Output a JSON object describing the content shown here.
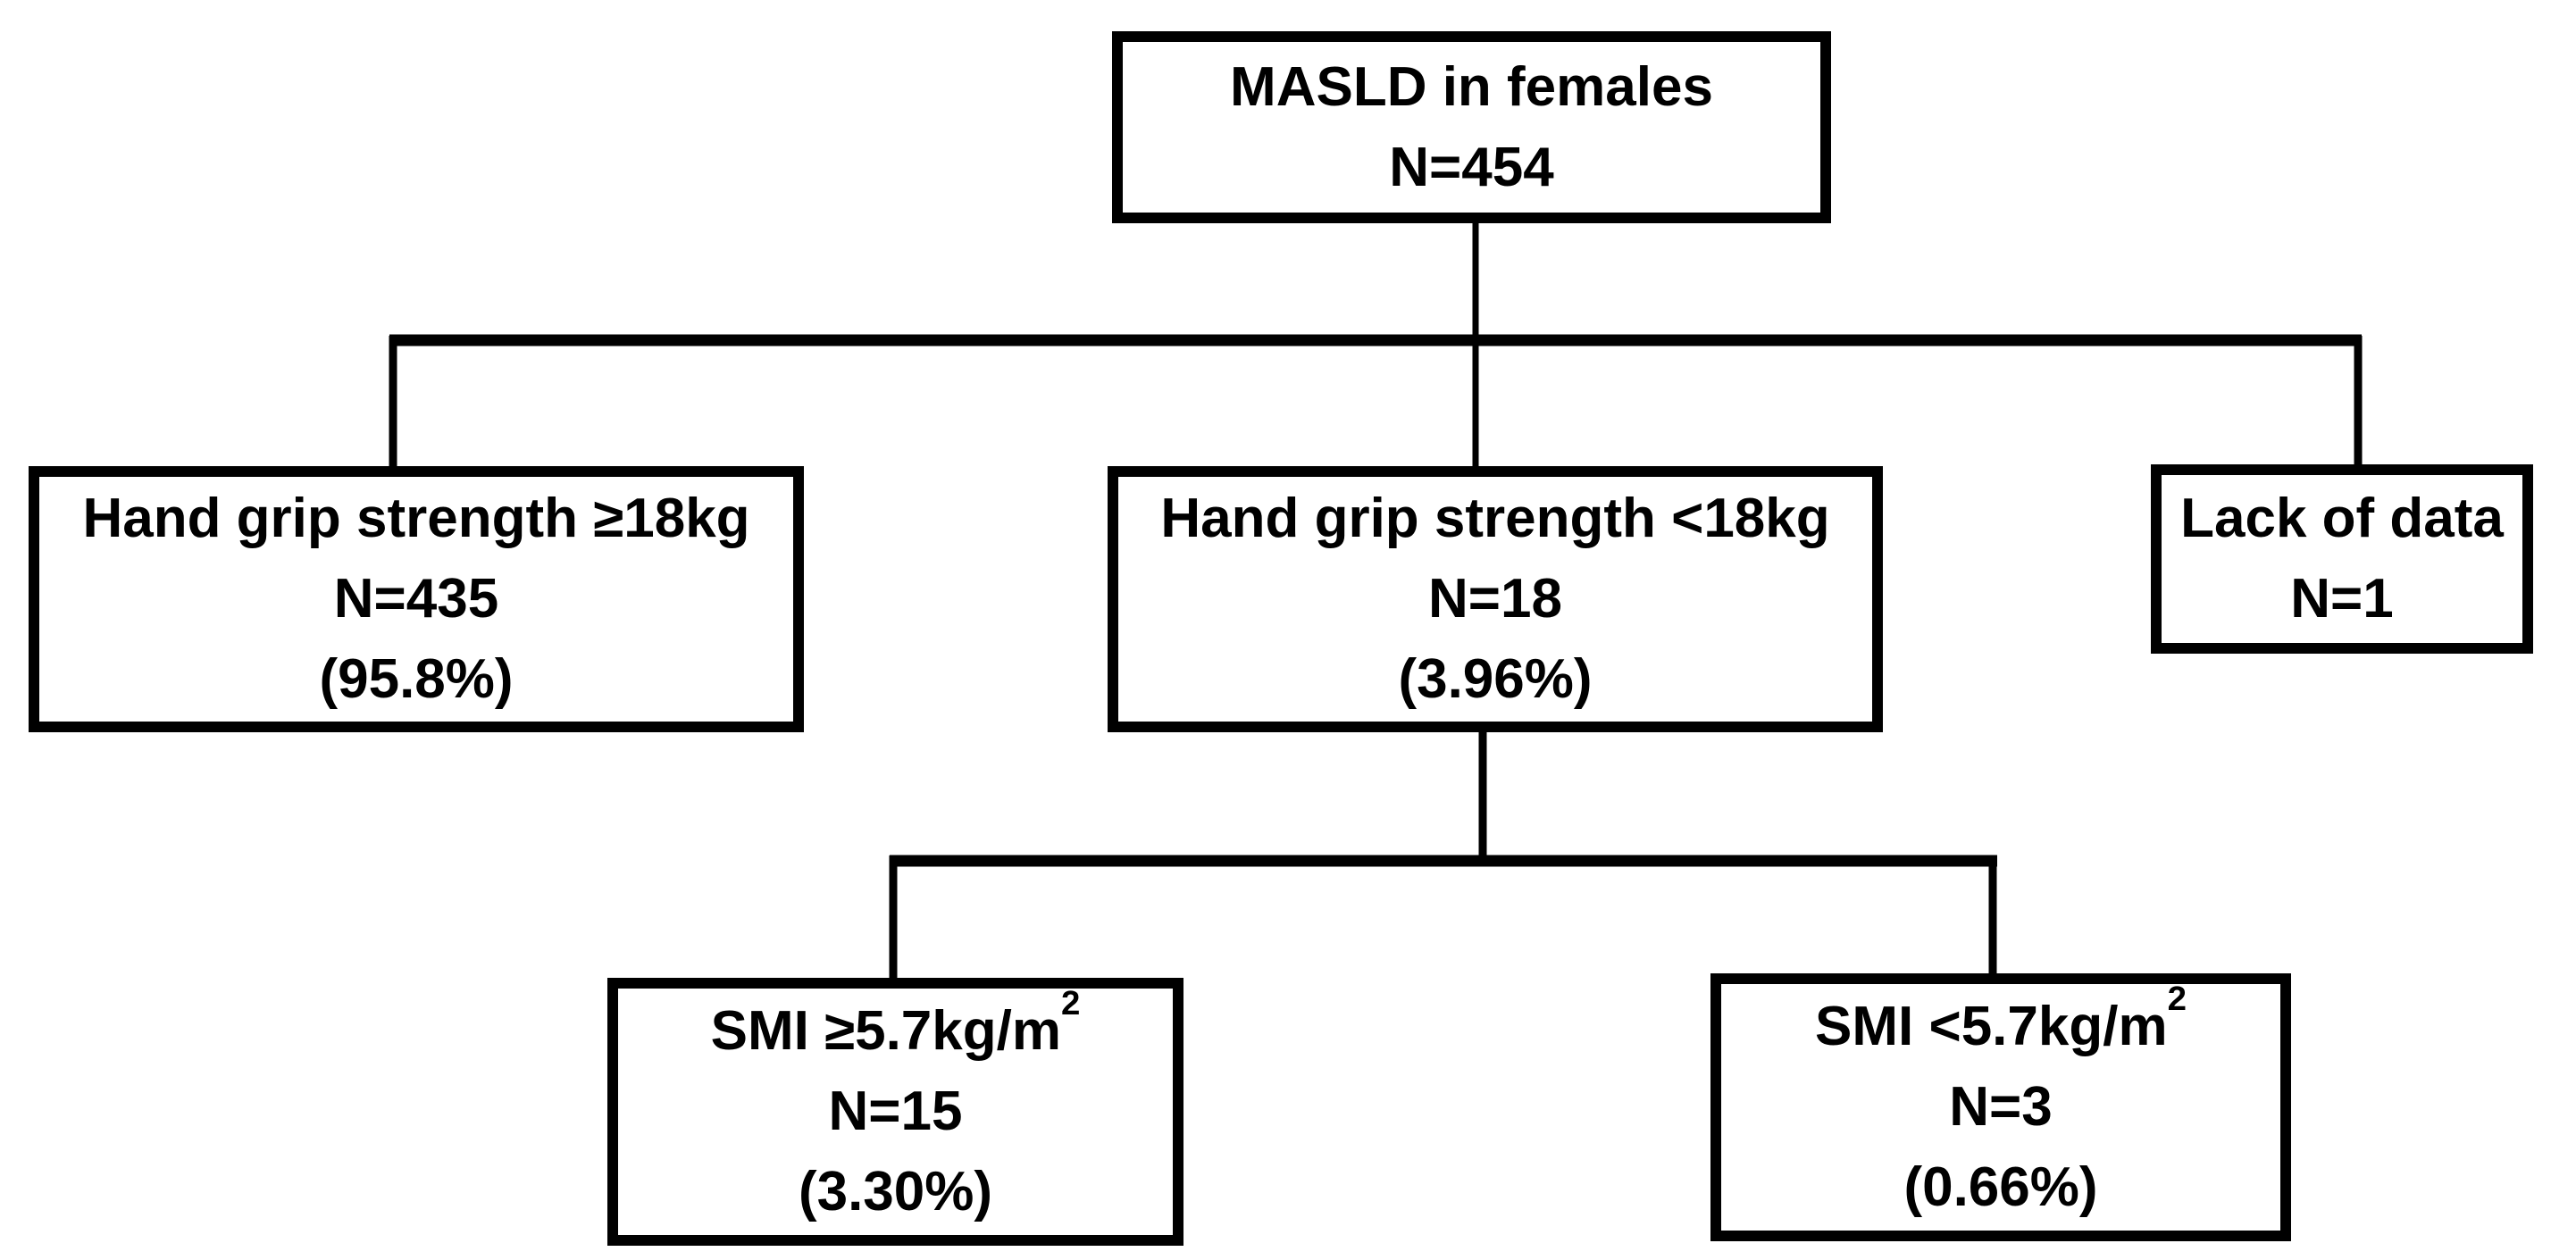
{
  "figure": {
    "type": "flowchart",
    "background": "#ffffff",
    "ink": "#000000",
    "nodes": {
      "root": {
        "line1": "MASLD in females",
        "line2": "N=454"
      },
      "grip_ge18": {
        "line1": "Hand grip strength ≥18kg",
        "line2": "N=435",
        "line3": "(95.8%)"
      },
      "grip_lt18": {
        "line1": "Hand grip strength <18kg",
        "line2": "N=18",
        "line3": "(3.96%)"
      },
      "lack_of_data": {
        "line1": "Lack of data",
        "line2": "N=1"
      },
      "smi_ge57": {
        "line1_base": "SMI ≥5.7kg/m",
        "line1_sup": "2",
        "line2": "N=15",
        "line3": "(3.30%)"
      },
      "smi_lt57": {
        "line1_base": "SMI <5.7kg/m",
        "line1_sup": "2",
        "line2": "N=3",
        "line3": "(0.66%)"
      }
    },
    "edges": [
      {
        "from": "root",
        "to": "grip_ge18"
      },
      {
        "from": "root",
        "to": "grip_lt18"
      },
      {
        "from": "root",
        "to": "lack_of_data"
      },
      {
        "from": "grip_lt18",
        "to": "smi_ge57"
      },
      {
        "from": "grip_lt18",
        "to": "smi_lt57"
      }
    ]
  }
}
